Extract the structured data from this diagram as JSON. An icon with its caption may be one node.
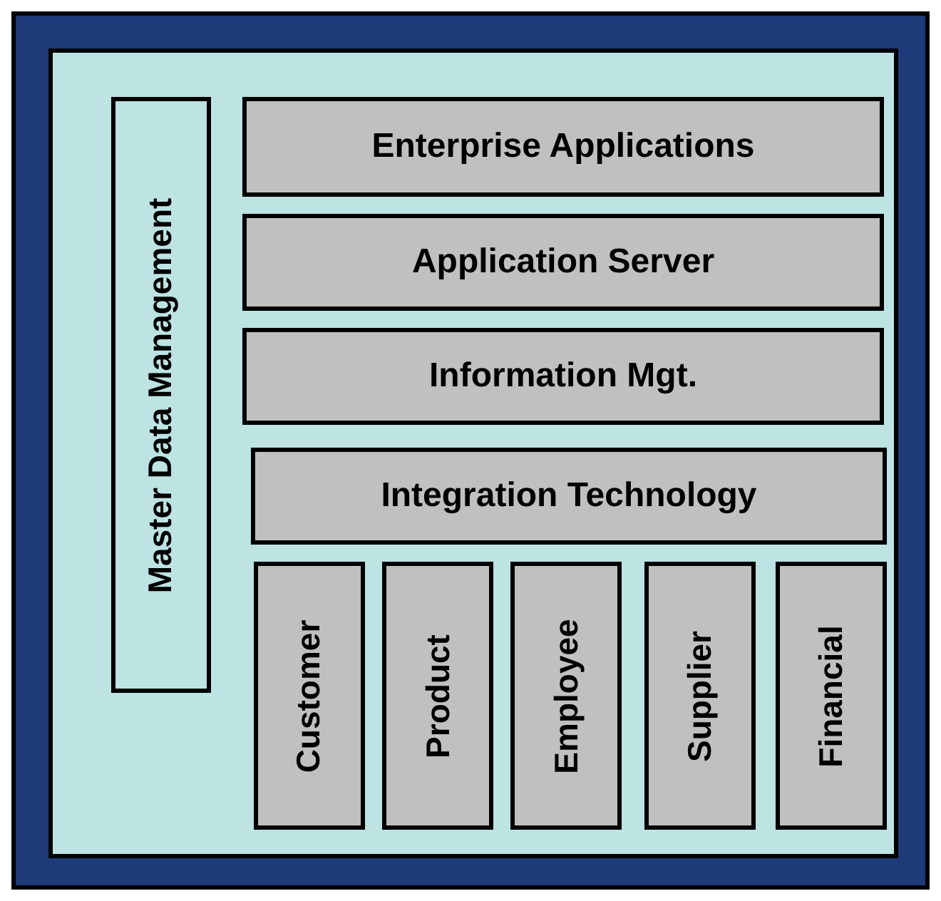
{
  "diagram": {
    "nodes": [
      {
        "text": [
          "Master Data Management"
        ]
      },
      {
        "text": [
          "Enterprise Applications"
        ]
      },
      {
        "text": [
          "Application Server"
        ]
      },
      {
        "text": [
          "Information Mgt."
        ]
      },
      {
        "text": [
          "Integration Technology"
        ]
      },
      {
        "text": [
          "Customer"
        ]
      },
      {
        "text": [
          "Product"
        ]
      },
      {
        "text": [
          "Employee"
        ]
      },
      {
        "text": [
          "Supplier"
        ]
      },
      {
        "text": [
          "Financial"
        ]
      }
    ]
  }
}
